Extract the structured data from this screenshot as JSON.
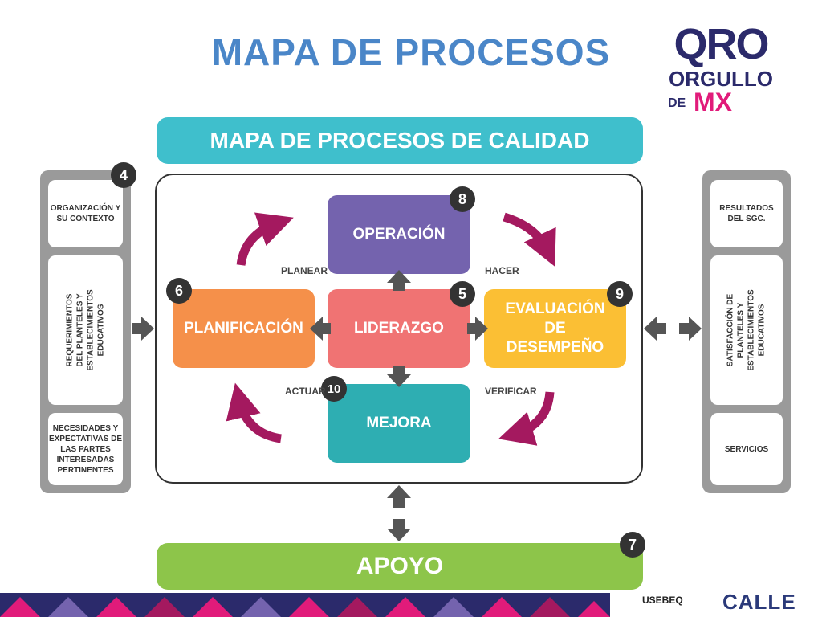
{
  "slide_title": "MAPA DE PROCESOS",
  "logo": {
    "qro": "QRO",
    "orgullo": "ORGULLO",
    "de": "DE",
    "mx": "MX"
  },
  "top_bar": "MAPA DE PROCESOS DE CALIDAD",
  "bottom_bar": {
    "label": "APOYO",
    "number": "7"
  },
  "left_panel": {
    "number": "4",
    "cells": [
      "ORGANIZACIÓN Y SU CONTEXTO",
      "REQUERIMIENTOS DEL PLANTELES Y ESTABLECIMIENTOS EDUCATIVOS",
      "NECESIDADES Y EXPECTATIVAS DE LAS PARTES INTERESADAS PERTINENTES"
    ]
  },
  "right_panel": {
    "cells": [
      "RESULTADOS DEL SGC.",
      "SATISFACCIÓN DE PLANTELES Y ESTABLECIMIENTOS EDUCATIVOS",
      "SERVICIOS"
    ]
  },
  "boxes": {
    "operacion": {
      "label": "OPERACIÓN",
      "number": "8"
    },
    "planificacion": {
      "label": "PLANIFICACIÓN",
      "number": "6"
    },
    "liderazgo": {
      "label": "LIDERAZGO",
      "number": "5"
    },
    "evaluacion": {
      "label": "EVALUACIÓN DE DESEMPEÑO",
      "number": "9"
    },
    "mejora": {
      "label": "MEJORA",
      "number": "10"
    }
  },
  "cycle_labels": {
    "planear": "PLANEAR",
    "hacer": "HACER",
    "actuar": "ACTUAR",
    "verificar": "VERIFICAR"
  },
  "footer": {
    "usebeq": "USEBEQ",
    "calle": "CALLE"
  },
  "colors": {
    "title": "#4a86c8",
    "top_bar": "#3fbfcc",
    "bottom_bar": "#8dc54a",
    "operacion": "#7463ae",
    "planificacion": "#f5904a",
    "liderazgo": "#f07373",
    "evaluacion": "#fbbf34",
    "mejora": "#2eaeb2",
    "cycle_arrow": "#a4195f",
    "panel_gray": "#9a9a9a",
    "logo_navy": "#2b2a6b",
    "logo_pink": "#e11b7a"
  }
}
